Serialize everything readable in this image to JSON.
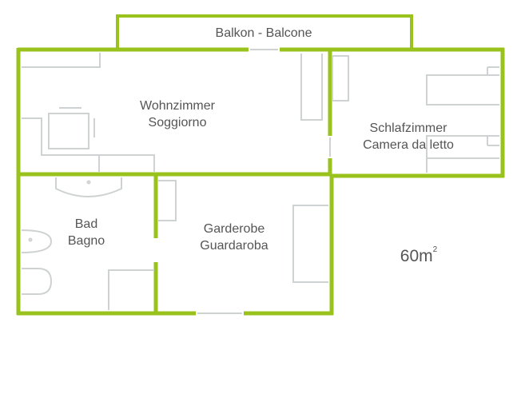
{
  "colors": {
    "wall": "#99c31c",
    "furniture": "#cfd2d2",
    "text": "#555555"
  },
  "rooms": {
    "balcony": {
      "label": "Balkon - Balcone"
    },
    "living": {
      "line1": "Wohnzimmer",
      "line2": "Soggiorno"
    },
    "bedroom": {
      "line1": "Schlafzimmer",
      "line2": "Camera da letto"
    },
    "bath": {
      "line1": "Bad",
      "line2": "Bagno"
    },
    "wardrobe": {
      "line1": "Garderobe",
      "line2": "Guardaroba"
    }
  },
  "area": {
    "value": "60m",
    "unit_sup": "2"
  }
}
